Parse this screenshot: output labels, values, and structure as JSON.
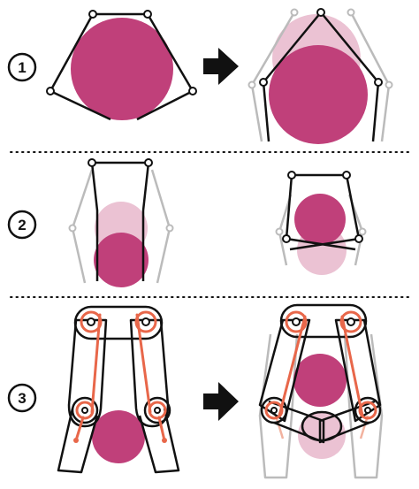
{
  "figure": {
    "steps": [
      {
        "label": "1"
      },
      {
        "label": "2"
      },
      {
        "label": "3"
      }
    ]
  },
  "colors": {
    "object": "#c0407a",
    "object_ghost": "#ebc2d3",
    "link": "#111111",
    "ghost_link": "#b9b9b9",
    "tendon": "#e8674a",
    "tendon_ghost": "#f2b29f",
    "background": "#ffffff"
  },
  "icons": [
    "right-arrow-icon",
    "right-arrow-icon"
  ]
}
